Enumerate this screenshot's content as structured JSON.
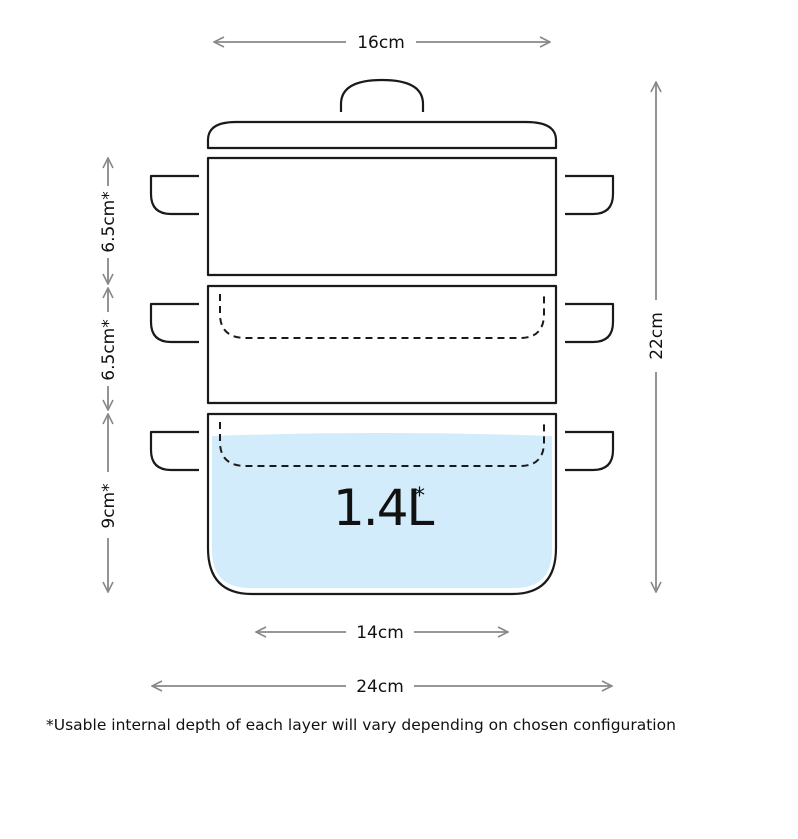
{
  "dimensions": {
    "top_width": "16cm",
    "total_height": "22cm",
    "tier1_depth": "6.5cm*",
    "tier2_depth": "6.5cm*",
    "base_depth": "9cm*",
    "base_width": "14cm",
    "overall_width": "24cm"
  },
  "capacity": {
    "value": "1.4L",
    "mark": "*"
  },
  "footnote": "*Usable internal depth of each layer will vary depending on chosen configuration",
  "colors": {
    "outline": "#1a1a1a",
    "dimension_line": "#888888",
    "water": "#d3ecfb"
  }
}
